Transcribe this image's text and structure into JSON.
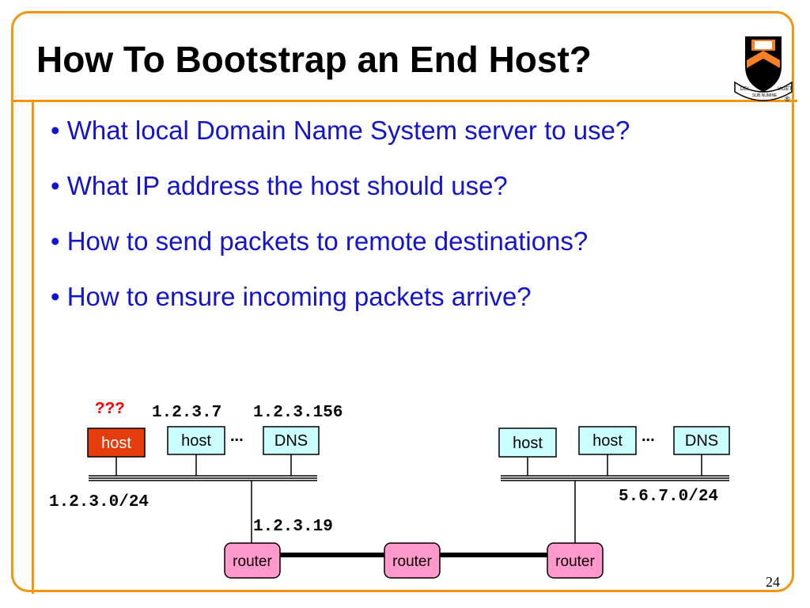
{
  "slide": {
    "title": "How To Bootstrap an End Host?",
    "page_number": "24"
  },
  "bullets": [
    "• What local Domain Name System server to use?",
    "• What IP address the host should use?",
    "• How to send packets to remote destinations?",
    "• How to ensure incoming packets arrive?"
  ],
  "logo": {
    "motto_left": "DEI",
    "motto_center": "SUB NUMINE",
    "motto_right": "VIGET",
    "mark": "®",
    "colors": {
      "orange": "#f58025",
      "black": "#000000"
    }
  },
  "diagram": {
    "unknown_label": "???",
    "left_ip_host": "1.2.3.7",
    "left_ip_dns": "1.2.3.156",
    "left_subnet": "1.2.3.0/24",
    "router_ip": "1.2.3.19",
    "right_subnet": "5.6.7.0/24",
    "ellipsis": "...",
    "nodes": {
      "left_host_unknown": "host",
      "left_host": "host",
      "left_dns": "DNS",
      "right_host_1": "host",
      "right_host_2": "host",
      "right_dns": "DNS",
      "router_left": "router",
      "router_middle": "router",
      "router_right": "router"
    },
    "colors": {
      "host_box": "#ccffff",
      "highlight_host": "#e53c0e",
      "router_box": "#ff99cc",
      "unknown_text": "#ff0000"
    }
  }
}
